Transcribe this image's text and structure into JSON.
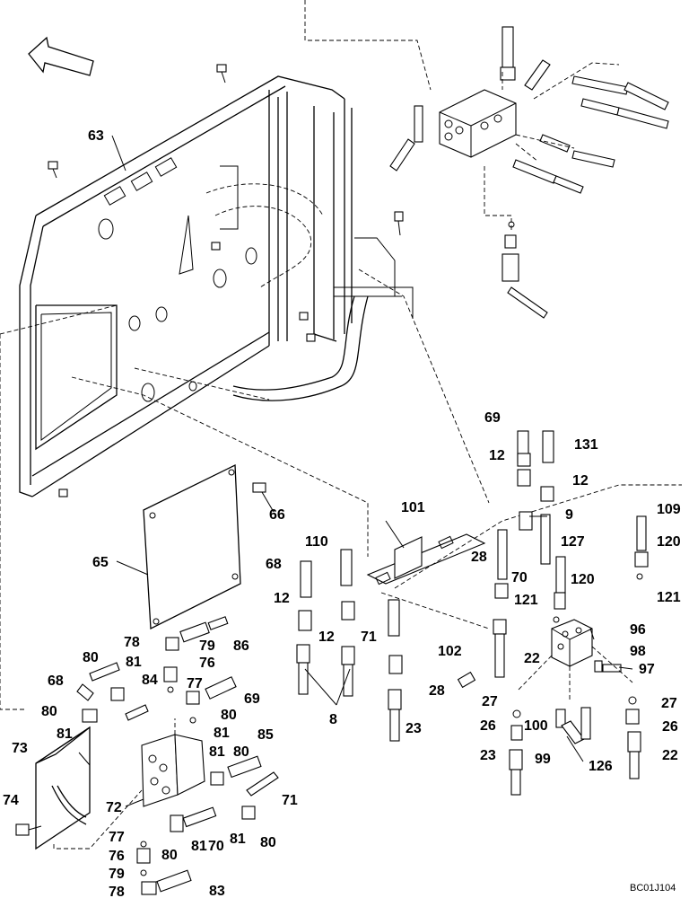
{
  "drawing_code": "BC01J104",
  "callouts": [
    {
      "id": "c63",
      "text": "63"
    },
    {
      "id": "c69a",
      "text": "69"
    },
    {
      "id": "c131",
      "text": "131"
    },
    {
      "id": "c12a",
      "text": "12"
    },
    {
      "id": "c12b",
      "text": "12"
    },
    {
      "id": "c9",
      "text": "9"
    },
    {
      "id": "c109",
      "text": "109"
    },
    {
      "id": "c101",
      "text": "101"
    },
    {
      "id": "c66",
      "text": "66"
    },
    {
      "id": "c110",
      "text": "110"
    },
    {
      "id": "c28a",
      "text": "28"
    },
    {
      "id": "c127",
      "text": "127"
    },
    {
      "id": "c120a",
      "text": "120"
    },
    {
      "id": "c68a",
      "text": "68"
    },
    {
      "id": "c70a",
      "text": "70"
    },
    {
      "id": "c120b",
      "text": "120"
    },
    {
      "id": "c65",
      "text": "65"
    },
    {
      "id": "c12c",
      "text": "12"
    },
    {
      "id": "c121a",
      "text": "121"
    },
    {
      "id": "c121b",
      "text": "121"
    },
    {
      "id": "c71a",
      "text": "71"
    },
    {
      "id": "c12d",
      "text": "12"
    },
    {
      "id": "c96",
      "text": "96"
    },
    {
      "id": "c102",
      "text": "102"
    },
    {
      "id": "c22a",
      "text": "22"
    },
    {
      "id": "c98",
      "text": "98"
    },
    {
      "id": "c78a",
      "text": "78"
    },
    {
      "id": "c79a",
      "text": "79"
    },
    {
      "id": "c86",
      "text": "86"
    },
    {
      "id": "c97",
      "text": "97"
    },
    {
      "id": "c80a",
      "text": "80"
    },
    {
      "id": "c76a",
      "text": "76"
    },
    {
      "id": "c81a",
      "text": "81"
    },
    {
      "id": "c68b",
      "text": "68"
    },
    {
      "id": "c84",
      "text": "84"
    },
    {
      "id": "c77a",
      "text": "77"
    },
    {
      "id": "c28b",
      "text": "28"
    },
    {
      "id": "c69b",
      "text": "69"
    },
    {
      "id": "c27a",
      "text": "27"
    },
    {
      "id": "c27b",
      "text": "27"
    },
    {
      "id": "c80b",
      "text": "80"
    },
    {
      "id": "c80c",
      "text": "80"
    },
    {
      "id": "c8",
      "text": "8"
    },
    {
      "id": "c81b",
      "text": "81"
    },
    {
      "id": "c100",
      "text": "100"
    },
    {
      "id": "c26a",
      "text": "26"
    },
    {
      "id": "c26b",
      "text": "26"
    },
    {
      "id": "c23a",
      "text": "23"
    },
    {
      "id": "c81c",
      "text": "81"
    },
    {
      "id": "c85",
      "text": "85"
    },
    {
      "id": "c73",
      "text": "73"
    },
    {
      "id": "c81d",
      "text": "81"
    },
    {
      "id": "c80d",
      "text": "80"
    },
    {
      "id": "c23b",
      "text": "23"
    },
    {
      "id": "c99",
      "text": "99"
    },
    {
      "id": "c126",
      "text": "126"
    },
    {
      "id": "c22b",
      "text": "22"
    },
    {
      "id": "c72",
      "text": "72"
    },
    {
      "id": "c71b",
      "text": "71"
    },
    {
      "id": "c74",
      "text": "74"
    },
    {
      "id": "c81e",
      "text": "81"
    },
    {
      "id": "c70b",
      "text": "70"
    },
    {
      "id": "c81f",
      "text": "81"
    },
    {
      "id": "c80e",
      "text": "80"
    },
    {
      "id": "c77b",
      "text": "77"
    },
    {
      "id": "c80f",
      "text": "80"
    },
    {
      "id": "c76b",
      "text": "76"
    },
    {
      "id": "c79b",
      "text": "79"
    },
    {
      "id": "c78b",
      "text": "78"
    },
    {
      "id": "c83",
      "text": "83"
    }
  ]
}
